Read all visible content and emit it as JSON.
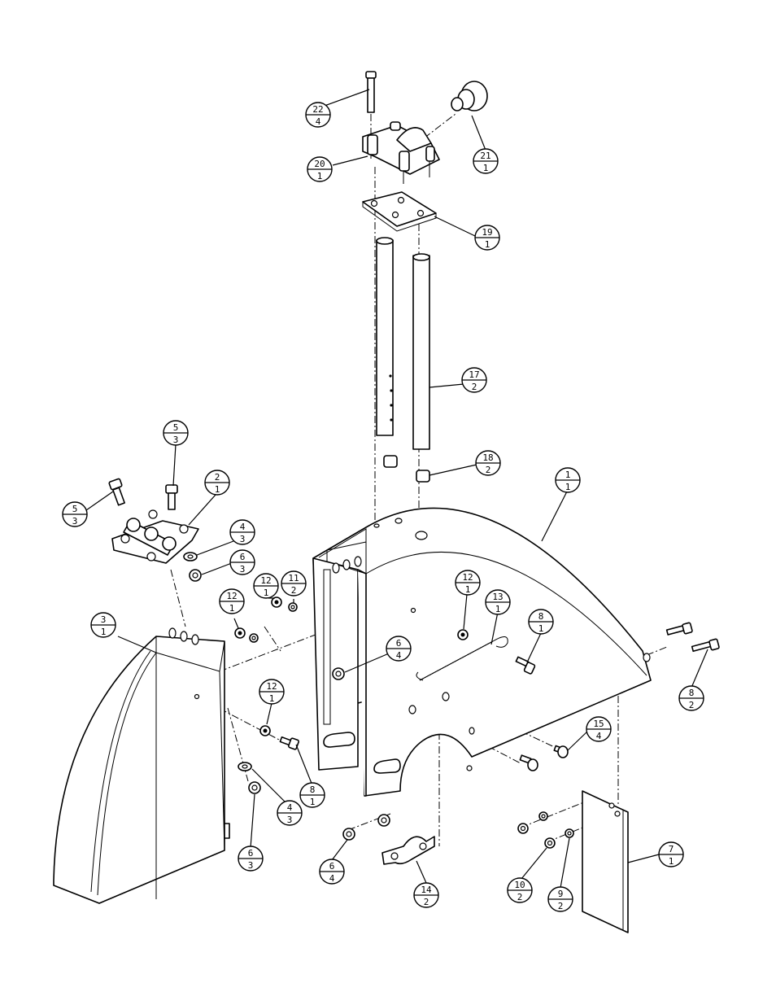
{
  "callouts": [
    {
      "id": "c22",
      "part": "22",
      "qty": "4"
    },
    {
      "id": "c21",
      "part": "21",
      "qty": "1"
    },
    {
      "id": "c20",
      "part": "20",
      "qty": "1"
    },
    {
      "id": "c19",
      "part": "19",
      "qty": "1"
    },
    {
      "id": "c17",
      "part": "17",
      "qty": "2"
    },
    {
      "id": "c18",
      "part": "18",
      "qty": "2"
    },
    {
      "id": "c1",
      "part": "1",
      "qty": "1"
    },
    {
      "id": "c5a",
      "part": "5",
      "qty": "3"
    },
    {
      "id": "c5b",
      "part": "5",
      "qty": "3"
    },
    {
      "id": "c2",
      "part": "2",
      "qty": "1"
    },
    {
      "id": "c4a",
      "part": "4",
      "qty": "3"
    },
    {
      "id": "c6a",
      "part": "6",
      "qty": "3"
    },
    {
      "id": "c12a",
      "part": "12",
      "qty": "1"
    },
    {
      "id": "c12b",
      "part": "12",
      "qty": "1"
    },
    {
      "id": "c11",
      "part": "11",
      "qty": "2"
    },
    {
      "id": "c12c",
      "part": "12",
      "qty": "1"
    },
    {
      "id": "c13",
      "part": "13",
      "qty": "1"
    },
    {
      "id": "c8a",
      "part": "8",
      "qty": "1"
    },
    {
      "id": "c3",
      "part": "3",
      "qty": "1"
    },
    {
      "id": "c6b",
      "part": "6",
      "qty": "4"
    },
    {
      "id": "c8b",
      "part": "8",
      "qty": "2"
    },
    {
      "id": "c12d",
      "part": "12",
      "qty": "1"
    },
    {
      "id": "c15",
      "part": "15",
      "qty": "4"
    },
    {
      "id": "c8c",
      "part": "8",
      "qty": "1"
    },
    {
      "id": "c4b",
      "part": "4",
      "qty": "3"
    },
    {
      "id": "c6c",
      "part": "6",
      "qty": "3"
    },
    {
      "id": "c6d",
      "part": "6",
      "qty": "4"
    },
    {
      "id": "c14",
      "part": "14",
      "qty": "2"
    },
    {
      "id": "c10",
      "part": "10",
      "qty": "2"
    },
    {
      "id": "c9",
      "part": "9",
      "qty": "2"
    },
    {
      "id": "c7",
      "part": "7",
      "qty": "1"
    }
  ]
}
